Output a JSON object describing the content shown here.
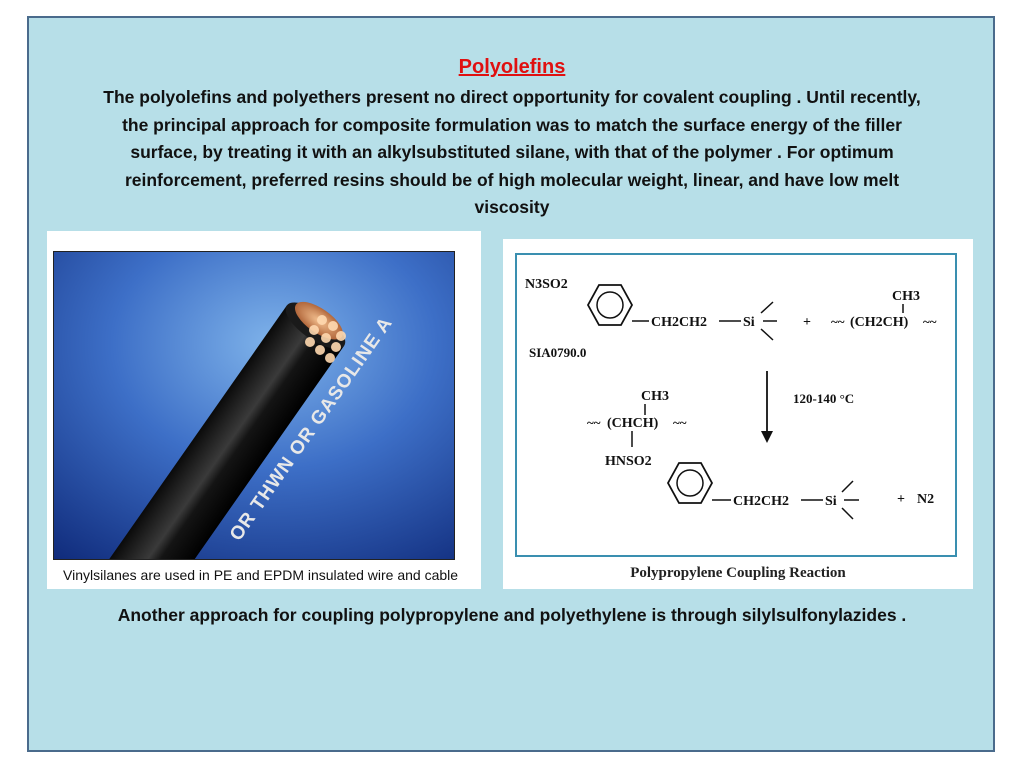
{
  "title": "Polyolefins",
  "intro_lines": [
    "The polyolefins and polyethers present no direct opportunity for covalent coupling .  Until recently,",
    "the principal approach for composite formulation was to match the surface energy of the filler",
    "surface, by treating it with an alkylsubstituted silane, with that of the polymer .  For optimum",
    "reinforcement, preferred resins should be of high molecular  weight, linear, and have low melt",
    "viscosity"
  ],
  "left_figure": {
    "cable_print": "OR THWN OR GASOLINE A",
    "caption": "Vinylsilanes are used in PE and EPDM insulated wire and cable"
  },
  "right_figure": {
    "reagent_group": "N3SO2",
    "reagent_chain": "CH2CH2",
    "reagent_code": "SIA0790.0",
    "silicon": "Si",
    "plus": "+",
    "methyl": "CH3",
    "polymer": "(CH2CH)",
    "conditions": "120-140 °C",
    "product_polymer": "(CHCH)",
    "linkage": "HNSO2",
    "byproduct": "N2",
    "caption": "Polypropylene Coupling Reaction"
  },
  "bottom_text": "Another approach for coupling polypropylene and polyethylene is through silylsulfonylazides ."
}
